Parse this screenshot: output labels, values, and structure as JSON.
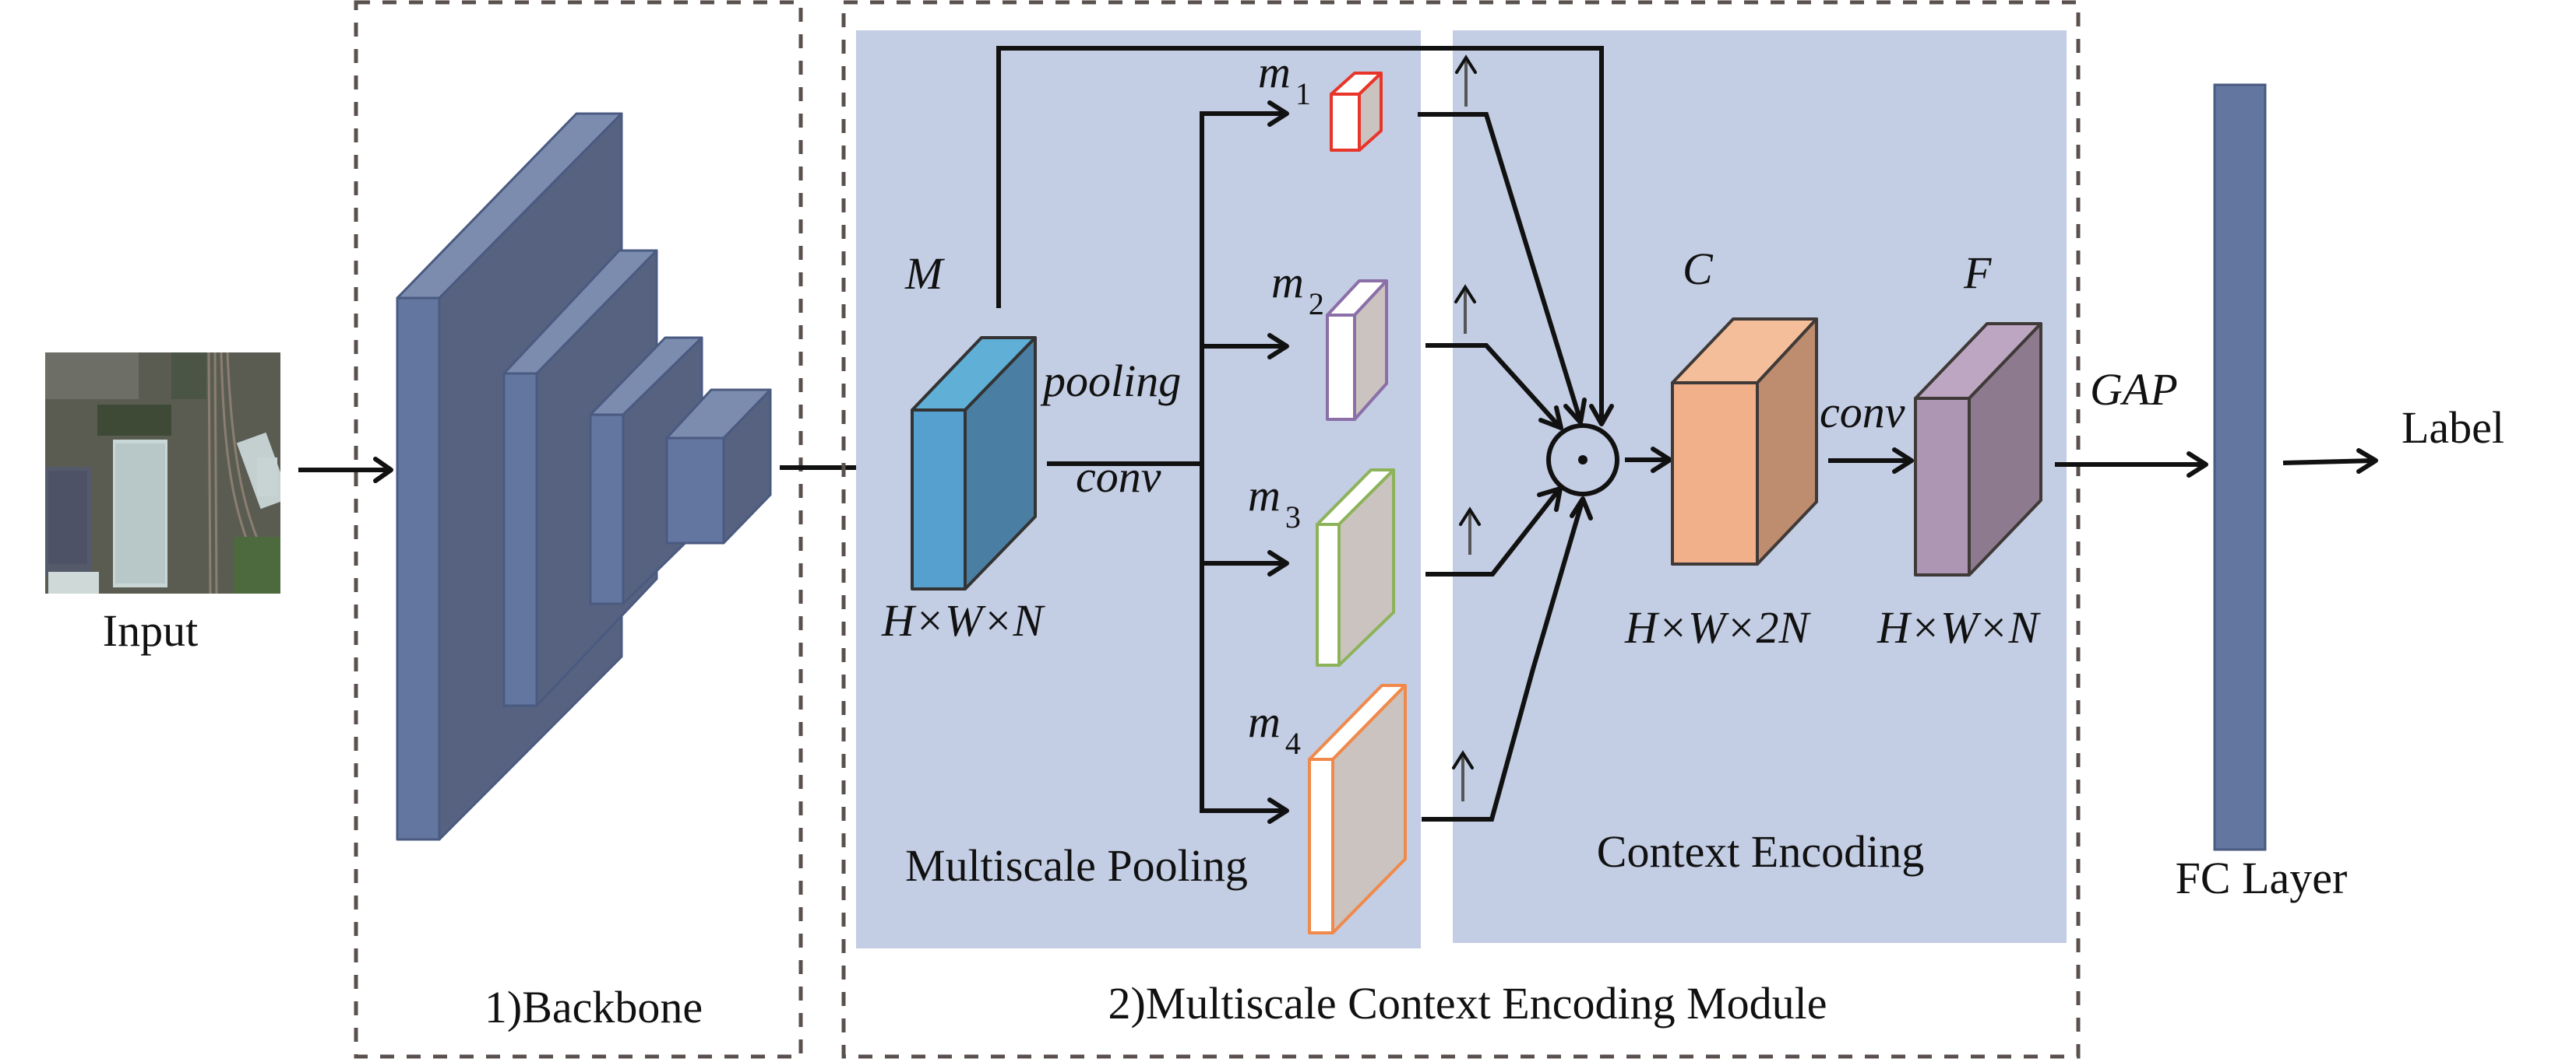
{
  "input": {
    "label": "Input"
  },
  "backbone": {
    "title": "1)Backbone"
  },
  "module": {
    "title": "2)Multiscale Context Encoding Module",
    "pooling_panel": {
      "title": "Multiscale Pooling"
    },
    "context_panel": {
      "title": "Context Encoding"
    },
    "feature_m": {
      "name": "M",
      "dims": "H×W×N"
    },
    "ops": {
      "pooling": "pooling",
      "conv1": "conv",
      "conv2": "conv"
    },
    "branches": [
      {
        "base": "m",
        "sub": "1",
        "edge_color": "#e8352a"
      },
      {
        "base": "m",
        "sub": "2",
        "edge_color": "#8a6fa8"
      },
      {
        "base": "m",
        "sub": "3",
        "edge_color": "#8db35a"
      },
      {
        "base": "m",
        "sub": "4",
        "edge_color": "#f0894a"
      }
    ],
    "upsample_symbol": "↑",
    "fusion_symbol": "⊙",
    "feature_c": {
      "name": "C",
      "dims": "H×W×2N"
    },
    "feature_f": {
      "name": "F",
      "dims": "H×W×N"
    }
  },
  "head": {
    "gap": "GAP",
    "fc_label": "FC Layer",
    "output_label": "Label"
  },
  "colors": {
    "backbone_blue": "#6276a0",
    "panel_bg": "#c3cde3",
    "m_cube": "#56a0cf",
    "c_cube": "#f2b08a",
    "f_cube": "#ad95b4",
    "fc_layer": "#6276a0",
    "dashed_border": "#5a514f"
  }
}
